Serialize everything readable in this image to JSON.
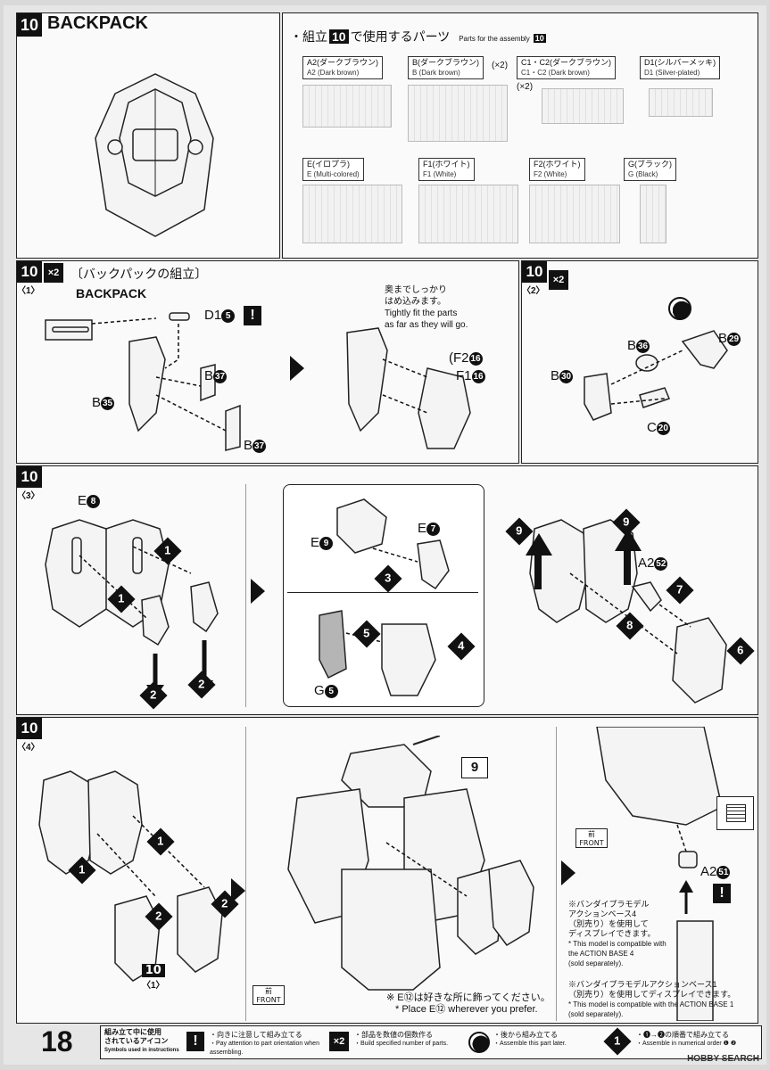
{
  "page": {
    "number": "18",
    "watermark": "HOBBY SEARCH"
  },
  "step10": {
    "num": "10",
    "title": "BACKPACK",
    "parts_header_jp": "・組立",
    "parts_header_jp2": "で使用するパーツ",
    "parts_header_en": "Parts for the assembly",
    "runners": [
      {
        "jp": "A2(ダークブラウン)",
        "en": "A2 (Dark brown)",
        "qty": ""
      },
      {
        "jp": "B(ダークブラウン)",
        "en": "B (Dark brown)",
        "qty": "(×2)"
      },
      {
        "jp": "C1・C2(ダークブラウン)",
        "en": "C1・C2 (Dark brown)",
        "qty": "(×2)"
      },
      {
        "jp": "D1(シルバーメッキ)",
        "en": "D1 (Silver-plated)",
        "qty": ""
      },
      {
        "jp": "E(イロプラ)",
        "en": "E (Multi-colored)",
        "qty": ""
      },
      {
        "jp": "F1(ホワイト)",
        "en": "F1 (White)",
        "qty": ""
      },
      {
        "jp": "F2(ホワイト)",
        "en": "F2 (White)",
        "qty": ""
      },
      {
        "jp": "G(ブラック)",
        "en": "G (Black)",
        "qty": ""
      }
    ]
  },
  "sub1": {
    "num": "10",
    "sub": "〈1〉",
    "x2": "×2",
    "title_jp": "〔バックパックの組立〕",
    "title_en": "BACKPACK",
    "labels": {
      "d1": "D1",
      "d1n": "5",
      "b37a": "B",
      "b37an": "37",
      "b35": "B",
      "b35n": "35",
      "b37b": "B",
      "b37bn": "37",
      "f2": "(F2",
      "f2n": "16",
      "f1": "F1",
      "f1n": "16"
    },
    "note_jp": [
      "奥までしっかり",
      "はめ込みます。"
    ],
    "note_en": [
      "Tightly fit the parts",
      "as far as they will go."
    ]
  },
  "sub2": {
    "num": "10",
    "sub": "〈2〉",
    "x2": "×2",
    "labels": {
      "b36": "B",
      "b36n": "36",
      "b29": "B",
      "b29n": "29",
      "b30": "B",
      "b30n": "30",
      "c20": "C",
      "c20n": "20"
    }
  },
  "sub3": {
    "num": "10",
    "sub": "〈3〉",
    "labels": {
      "e8": "E",
      "e8n": "8",
      "e9": "E",
      "e9n": "9",
      "e7": "E",
      "e7n": "7",
      "g5": "G",
      "g5n": "5",
      "a252": "A2",
      "a252n": "52"
    },
    "steps": [
      "1",
      "1",
      "2",
      "2",
      "3",
      "4",
      "5",
      "6",
      "7",
      "8",
      "9",
      "9"
    ]
  },
  "sub4": {
    "num": "10",
    "sub": "〈4〉",
    "ref_num": "10",
    "ref_sub": "〈1〉",
    "callout": "9",
    "labels": {
      "a251": "A2",
      "a251n": "51"
    },
    "front_jp": "前",
    "front_en": "FRONT",
    "front2_jp": "前",
    "front2_en": "FRONT",
    "e12_jp": "※ E⑫は好きな所に飾ってください。",
    "e12_en": "* Place E⑫ wherever you prefer.",
    "ab4_jp": [
      "※バンダイプラモデル",
      "アクションベース4",
      "（別売り）を使用して",
      "ディスプレイできます。"
    ],
    "ab4_en": [
      "* This model is compatible with",
      "the ACTION BASE 4",
      "(sold separately)."
    ],
    "ab1_jp": [
      "※バンダイプラモデルアクションベース1",
      "（別売り）を使用してディスプレイできます。"
    ],
    "ab1_en": [
      "* This model is compatible with the ACTION BASE 1",
      "(sold separately)."
    ]
  },
  "footer": {
    "title_jp": [
      "組み立て中に使用",
      "されているアイコン"
    ],
    "title_en": "Symbols used in instructions",
    "icons": [
      {
        "sym": "!",
        "jp": "・向きに注意して組み立てる",
        "en": "・Pay attention to part orientation when assembling."
      },
      {
        "sym": "×2",
        "jp": "・部品を数値の個数作る",
        "en": "・Build specified number of parts."
      },
      {
        "sym": "●",
        "jp": "・後から組み立てる",
        "en": "・Assemble this part later."
      },
      {
        "sym": "1",
        "jp": "・❶→❷の順番で組み立てる",
        "en": "・Assemble in numerical order ❶ ❷"
      }
    ]
  }
}
